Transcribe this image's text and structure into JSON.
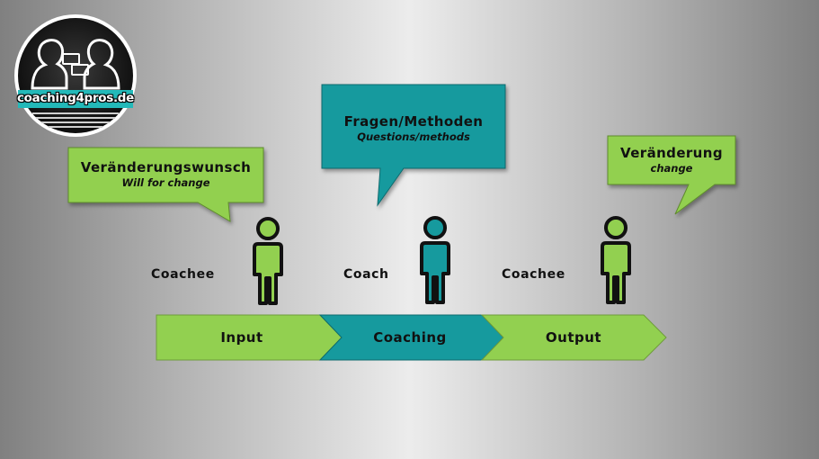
{
  "logo": {
    "text": "coaching4pros.de"
  },
  "bubbles": [
    {
      "title": "Veränderungswunsch",
      "subtitle": "Will for change",
      "color": "#92d050"
    },
    {
      "title": "Fragen/Methoden",
      "subtitle": "Questions/methods",
      "color": "#169a9e"
    },
    {
      "title": "Veränderung",
      "subtitle": "change",
      "color": "#92d050"
    }
  ],
  "roles": [
    {
      "label": "Coachee",
      "color": "#92d050"
    },
    {
      "label": "Coach",
      "color": "#169a9e"
    },
    {
      "label": "Coachee",
      "color": "#92d050"
    }
  ],
  "process": [
    {
      "label": "Input",
      "color": "#92d050"
    },
    {
      "label": "Coaching",
      "color": "#169a9e"
    },
    {
      "label": "Output",
      "color": "#92d050"
    }
  ]
}
